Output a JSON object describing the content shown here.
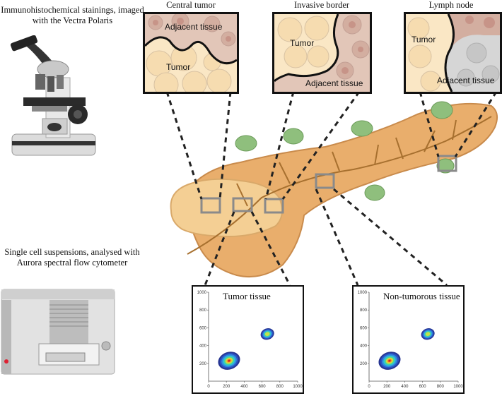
{
  "left_captions": {
    "microscope": "Immunohistochemical stainings, imaged with the Vectra Polaris",
    "cytometer": "Single cell suspensions, analysed with Aurora spectral flow cytometer"
  },
  "insets": [
    {
      "title": "Central tumor",
      "labels": [
        "Adjacent tissue",
        "Tumor"
      ]
    },
    {
      "title": "Invasive border",
      "labels": [
        "Tumor",
        "Adjacent tissue"
      ]
    },
    {
      "title": "Lymph node",
      "labels": [
        "Tumor",
        "Adjacent tissue"
      ]
    }
  ],
  "plots": [
    {
      "title": "Tumor tissue"
    },
    {
      "title": "Non-tumorous tissue"
    }
  ],
  "chart_data": [
    {
      "type": "scatter",
      "title": "Tumor tissue",
      "xlim": [
        0,
        1000
      ],
      "ylim": [
        0,
        1000
      ],
      "xticks": [
        0,
        200,
        400,
        600,
        800,
        1000
      ],
      "yticks": [
        200,
        400,
        600,
        800,
        1000
      ],
      "clusters": [
        {
          "center": [
            230,
            230
          ],
          "spread": [
            90,
            70
          ]
        },
        {
          "center": [
            660,
            530
          ],
          "spread": [
            55,
            45
          ]
        }
      ]
    },
    {
      "type": "scatter",
      "title": "Non-tumorous tissue",
      "xlim": [
        0,
        1000
      ],
      "ylim": [
        0,
        1000
      ],
      "xticks": [
        0,
        200,
        400,
        600,
        800,
        1000
      ],
      "yticks": [
        200,
        400,
        600,
        800,
        1000
      ],
      "clusters": [
        {
          "center": [
            230,
            230
          ],
          "spread": [
            90,
            70
          ]
        },
        {
          "center": [
            660,
            530
          ],
          "spread": [
            55,
            45
          ]
        }
      ]
    }
  ],
  "colors": {
    "pancreas": "#e9ae6c",
    "pancreas_dark": "#c98b4c",
    "tumor_mass": "#f4cf94",
    "lymph_node": "#8fbf7d",
    "roi_box": "#8a8a8a",
    "vessel": "#a7702f",
    "tumor_cell": "#fae7c5",
    "adjacent_cell": "#d9b8a8",
    "lymph_cell": "#d6d6d6"
  }
}
